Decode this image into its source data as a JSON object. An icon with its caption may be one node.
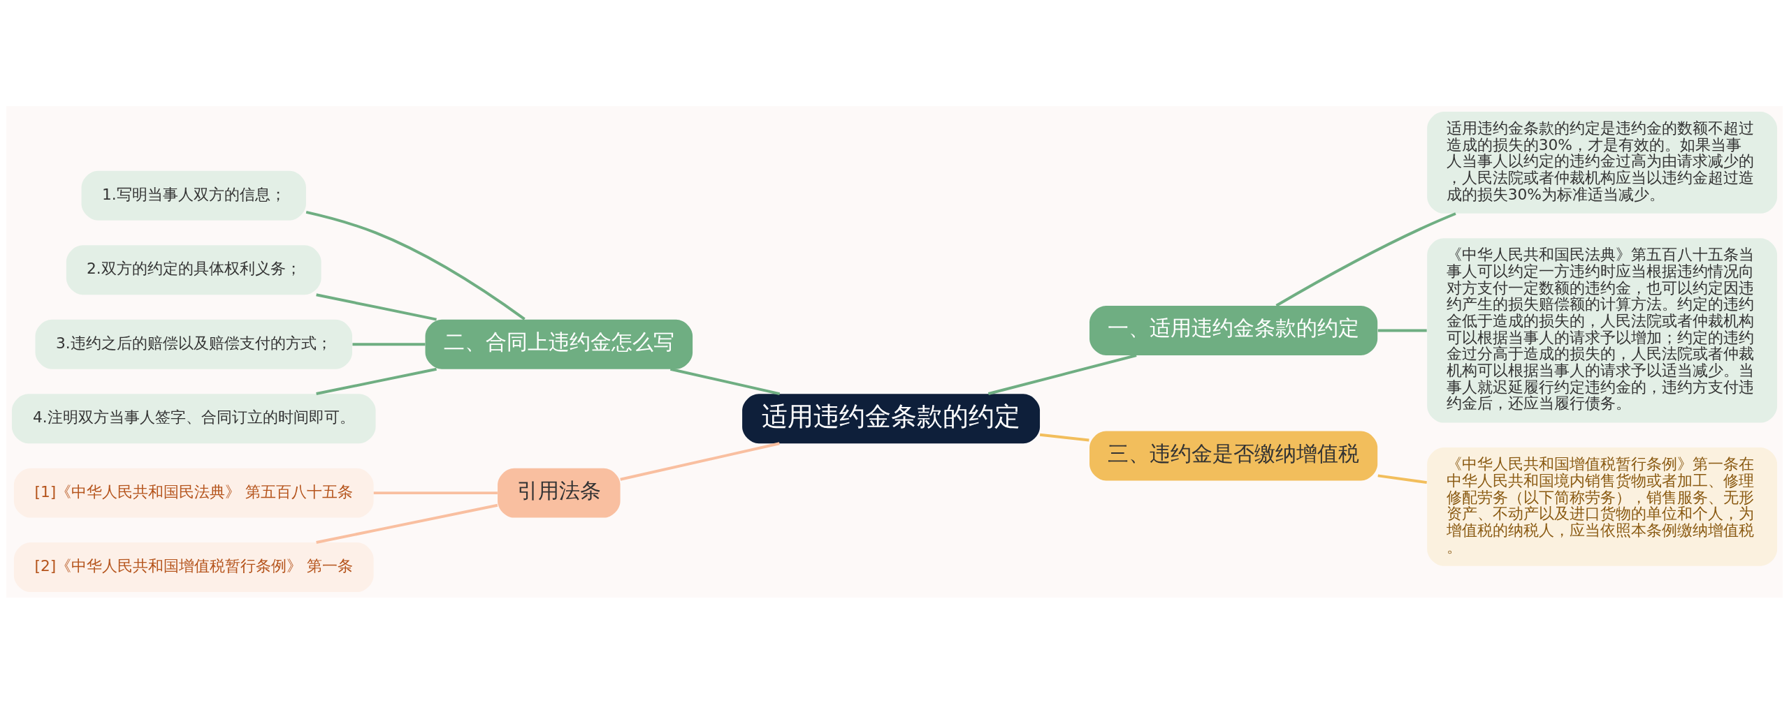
{
  "diagram": {
    "nodes": [
      {
        "text": [
          "适用违约金条款的约定"
        ]
      },
      {
        "text": [
          "二、合同上违约金怎么写"
        ]
      },
      {
        "text": [
          "1.写明当事人双方的信息；"
        ]
      },
      {
        "text": [
          "2.双方的约定的具体权利义务；"
        ]
      },
      {
        "text": [
          "3.违约之后的赔偿以及赔偿支付的方式；"
        ]
      },
      {
        "text": [
          "4.注明双方当事人签字、合同订立的时间即可。"
        ]
      },
      {
        "text": [
          "引用法条"
        ]
      },
      {
        "text": [
          "[1]《中华人民共和国民法典》 第五百八十五条"
        ]
      },
      {
        "text": [
          "[2]《中华人民共和国增值税暂行条例》 第一条"
        ]
      },
      {
        "text": [
          "一、适用违约金条款的约定"
        ]
      },
      {
        "text": [
          "适用违约金条款的约定是违约金的数额不超过造成的损失的30%，才是有效的。如果当事人当事人以约定的违约金过高为由请求减少的，人民法院或者仲裁机构应当以违约金超过造成的损失30%为标准适当减少。"
        ]
      },
      {
        "text": [
          "《中华人民共和国民法典》第五百八十五条当事人可以约定一方违约时应当根据违约情况向对方支付一定数额的违约金，也可以约定因违约产生的损失赔偿额的计算方法。约定的违约金低于造成的损失的，人民法院或者仲裁机构可以根据当事人的请求予以增加；约定的违约金过分高于造成的损失的，人民法院或者仲裁机构可以根据当事人的请求予以适当减少。当事人就迟延履行约定违约金的，违约方支付违约金后，还应当履行债务。"
        ]
      },
      {
        "text": [
          "三、违约金是否缴纳增值税"
        ]
      },
      {
        "text": [
          "《中华人民共和国增值税暂行条例》第一条在中华人民共和国境内销售货物或者加工、修理修配劳务（以下简称劳务），销售服务、无形资产、不动产以及进口货物的单位和个人，为增值税的纳税人，应当依照本条例缴纳增值税。"
        ]
      }
    ],
    "edges": [
      {
        "from": 0,
        "to": 1,
        "arrow": "none"
      },
      {
        "from": 1,
        "to": 2,
        "arrow": "none"
      },
      {
        "from": 1,
        "to": 3,
        "arrow": "none"
      },
      {
        "from": 1,
        "to": 4,
        "arrow": "none"
      },
      {
        "from": 1,
        "to": 5,
        "arrow": "none"
      },
      {
        "from": 0,
        "to": 6,
        "arrow": "none",
        "color": "#f9bfa0"
      },
      {
        "from": 6,
        "to": 7,
        "arrow": "none",
        "color": "#f9bfa0"
      },
      {
        "from": 6,
        "to": 8,
        "arrow": "none",
        "color": "#f9bfa0"
      },
      {
        "from": 0,
        "to": 9,
        "arrow": "none"
      },
      {
        "from": 9,
        "to": 10,
        "arrow": "none"
      },
      {
        "from": 9,
        "to": 11,
        "arrow": "none"
      },
      {
        "from": 0,
        "to": 12,
        "arrow": "none",
        "color": "#f2be5c"
      },
      {
        "from": 12,
        "to": 13,
        "arrow": "none",
        "color": "#f2be5c"
      }
    ]
  }
}
